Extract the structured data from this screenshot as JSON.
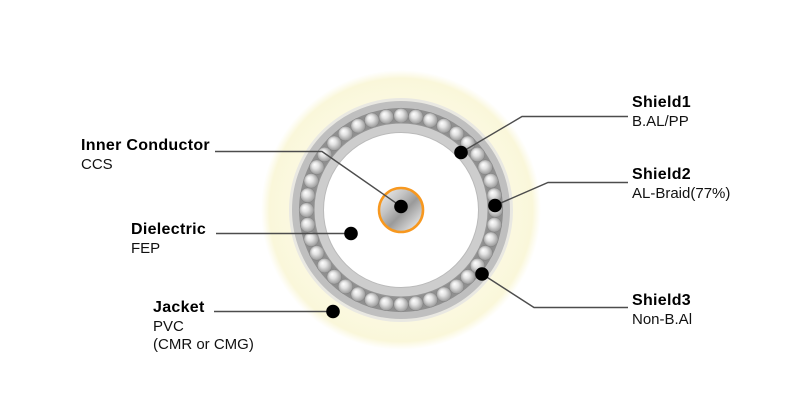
{
  "diagram": {
    "type": "coaxial-cable-cross-section"
  },
  "labels": {
    "inner_conductor": {
      "title": "Inner Conductor",
      "subs": [
        "CCS"
      ]
    },
    "dielectric": {
      "title": "Dielectric",
      "subs": [
        "FEP"
      ]
    },
    "jacket": {
      "title": "Jacket",
      "subs": [
        "PVC",
        "(CMR or CMG)"
      ]
    },
    "shield1": {
      "title": "Shield1",
      "subs": [
        "B.AL/PP"
      ]
    },
    "shield2": {
      "title": "Shield2",
      "subs": [
        "AL-Braid(77%)"
      ]
    },
    "shield3": {
      "title": "Shield3",
      "subs": [
        "Non-B.Al"
      ]
    }
  },
  "colors": {
    "background": "#FFFFFF",
    "jacket_yellow": "#FBF8DF",
    "outer_shield_gray": "#BFBFBF",
    "braid_gap_gray": "#8F8F8F",
    "inner_shield_gray": "#CDCDCD",
    "dielectric_white": "#FFFFFF",
    "conductor_accent_orange": "#F7981F",
    "leader_line": "#4D4D4D",
    "dot_black": "#000000"
  }
}
